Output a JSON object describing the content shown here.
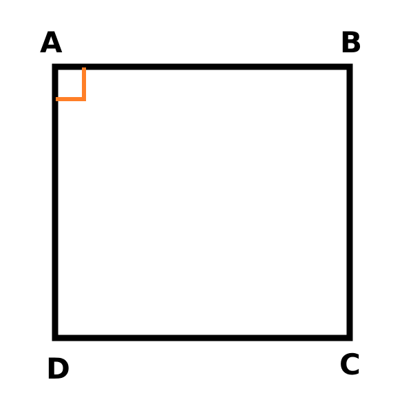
{
  "diagram": {
    "shape": "square",
    "vertices": {
      "A": "A",
      "B": "B",
      "C": "C",
      "D": "D"
    },
    "right_angle_marker": {
      "at_vertex": "A",
      "color": "#ff7f27"
    },
    "stroke_color": "#000000",
    "background_color": "#ffffff"
  }
}
